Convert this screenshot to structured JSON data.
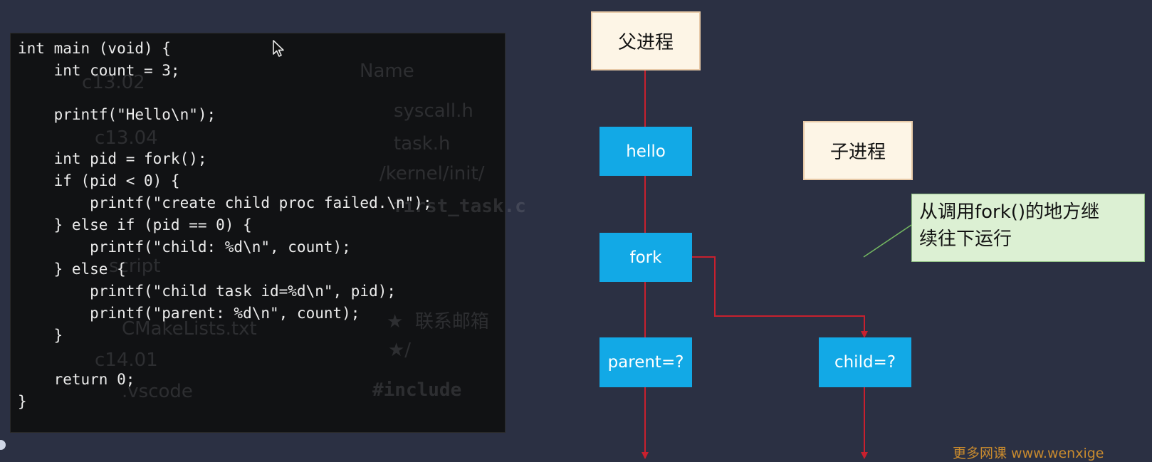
{
  "code_panel": {
    "lines": [
      "int main (void) {",
      "    int count = 3;",
      "",
      "    printf(\"Hello\\n\");",
      "",
      "    int pid = fork();",
      "    if (pid < 0) {",
      "        printf(\"create child proc failed.\\n\");",
      "    } else if (pid == 0) {",
      "        printf(\"child: %d\\n\", count);",
      "    } else {",
      "        printf(\"child task id=%d\\n\", pid);",
      "        printf(\"parent: %d\\n\", count);",
      "    }",
      "",
      "    return 0;",
      "}"
    ],
    "ghost_texts": {
      "name_header": "Name",
      "folder_1": "c13.02",
      "file_syscall": "syscall.h",
      "folder_2": "c13.04",
      "file_task": "task.h",
      "kernel_path": "/kernel/init/",
      "first_task": "first_task.c",
      "script": "script",
      "cmakelists": "CMakeLists.txt",
      "folder_3": "c14.01",
      "vscode": ".vscode",
      "comment_email": "★  联系邮箱",
      "comment_end": "★/",
      "include": "#include"
    }
  },
  "diagram": {
    "parent_process": "父进程",
    "child_process": "子进程",
    "hello": "hello",
    "fork": "fork",
    "parent_result": "parent=?",
    "child_result": "child=?",
    "note_line1": "从调用fork()的地方继",
    "note_line2": "续往下运行",
    "line_color": "#c8202e"
  },
  "watermark": "更多网课 www.wenxige"
}
